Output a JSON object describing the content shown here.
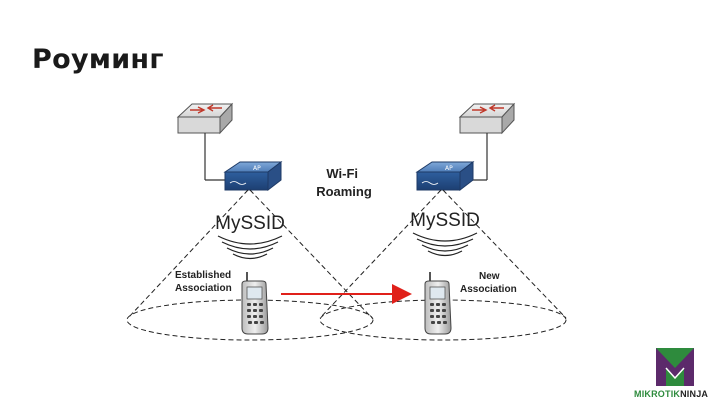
{
  "slide": {
    "title": "Роуминг"
  },
  "diagram": {
    "left": {
      "ssid": "MySSID",
      "association": [
        "Established",
        "Association"
      ],
      "ap_label": "AP"
    },
    "right": {
      "ssid": "MySSID",
      "association": [
        "New",
        "Association"
      ],
      "ap_label": "AP"
    },
    "center_label": [
      "Wi-Fi",
      "Roaming"
    ],
    "arrow_color": "#e0201a"
  },
  "logo": {
    "part1": "MIKROTIK",
    "part2": "NINJA",
    "color_green": "#2e8b3d",
    "color_purple": "#5c2a6b"
  }
}
